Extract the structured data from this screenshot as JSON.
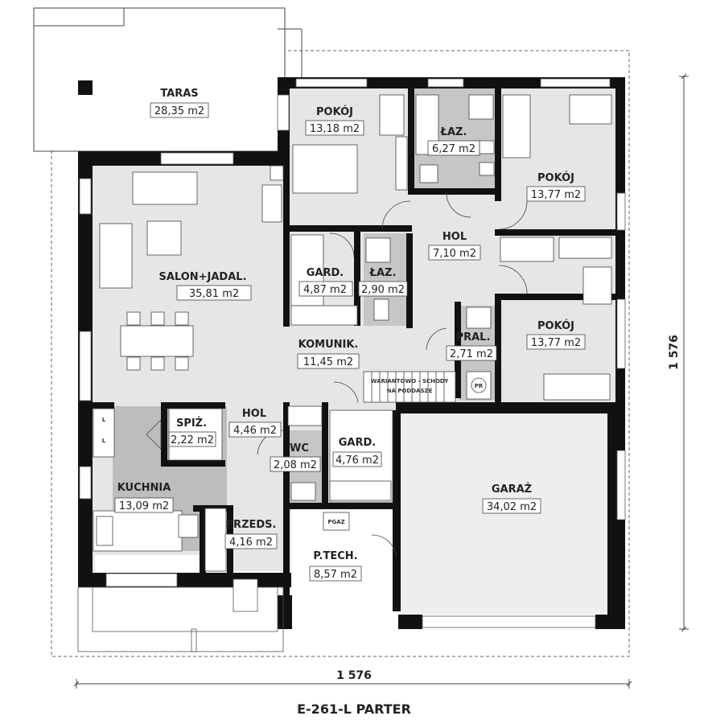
{
  "title": "E-261-L PARTER",
  "dimensions": {
    "width": "1 576",
    "height": "1 576"
  },
  "rooms": {
    "taras": {
      "name": "TARAS",
      "area": "28,35 m2"
    },
    "pokoj1": {
      "name": "POKÓJ",
      "area": "13,18 m2"
    },
    "laz1": {
      "name": "ŁAZ.",
      "area": "6,27 m2"
    },
    "pokoj2": {
      "name": "POKÓJ",
      "area": "13,77 m2"
    },
    "salon": {
      "name": "SALON+JADAL.",
      "area": "35,81 m2"
    },
    "gard1": {
      "name": "GARD.",
      "area": "4,87 m2"
    },
    "laz2": {
      "name": "ŁAZ.",
      "area": "2,90 m2"
    },
    "hol1": {
      "name": "HOL",
      "area": "7,10 m2"
    },
    "pokoj3": {
      "name": "POKÓJ",
      "area": "13,77 m2"
    },
    "komunik": {
      "name": "KOMUNIK.",
      "area": "11,45 m2"
    },
    "pral": {
      "name": "PRAL.",
      "area": "2,71 m2"
    },
    "spiz": {
      "name": "SPIŻ.",
      "area": "2,22 m2"
    },
    "hol2": {
      "name": "HOL",
      "area": "4,46 m2"
    },
    "wc": {
      "name": "WC",
      "area": "2,08 m2"
    },
    "gard2": {
      "name": "GARD.",
      "area": "4,76 m2"
    },
    "garaz": {
      "name": "GARAŻ",
      "area": "34,02 m2"
    },
    "kuchnia": {
      "name": "KUCHNIA",
      "area": "13,09 m2"
    },
    "przeds": {
      "name": "PRZEDS.",
      "area": "4,16 m2"
    },
    "ptech": {
      "name": "P.TECH.",
      "area": "8,57 m2"
    }
  },
  "labels": {
    "stairs_1": "WARIANTOWO - SCHODY",
    "stairs_2": "NA PODDASZE",
    "pgaz": "PGAZ",
    "pr": "PR",
    "fridge_l": "L"
  },
  "colors": {
    "wall": "#111111",
    "floor": "#e6e6e6",
    "wet_floor": "#c6c6c6",
    "kitchen_floor": "#bdbdbd",
    "garage_floor": "#eeeeee",
    "outline": "#555555"
  }
}
